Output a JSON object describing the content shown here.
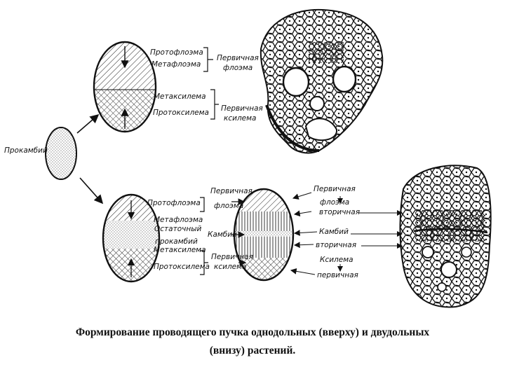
{
  "labels": {
    "prokambiy": "Прокамбий",
    "top": {
      "protofloema": "Протофлоэма",
      "metafloema": "Метафлоэма",
      "metaksilema": "Метаксилема",
      "protoksilema": "Протоксилема",
      "pervichnaya_floema": [
        "Первичная",
        "флоэма"
      ],
      "pervichnaya_ksilema": [
        "Первичная",
        "ксилема"
      ]
    },
    "bottom": {
      "protofloema": "Протофлоэма",
      "metafloema": "Метафлоэма",
      "ostatochny": "Остаточный",
      "prokambiy": "прокамбий",
      "metaksilema": "Метаксилема",
      "protoksilema": "Протоксилема",
      "pervichnaya_floema": [
        "Первичная",
        "флоэма"
      ],
      "kambiy": "Камбий",
      "pervichnaya_ksilema": [
        "Первичная",
        "ксилема"
      ]
    },
    "right": {
      "pervichnaya_top": "Первичная",
      "floema": "флоэма",
      "vtorichnaya_top": "вторичная",
      "kambiy": "Камбий",
      "vtorichnaya_bottom": "вторичная",
      "ksilema": "Ксилема",
      "pervichnaya_bottom": "первичная"
    }
  },
  "caption": {
    "line1": "Формирование проводящего пучка однодольных (вверху) и двудольных",
    "line2": "(внизу) растений."
  }
}
